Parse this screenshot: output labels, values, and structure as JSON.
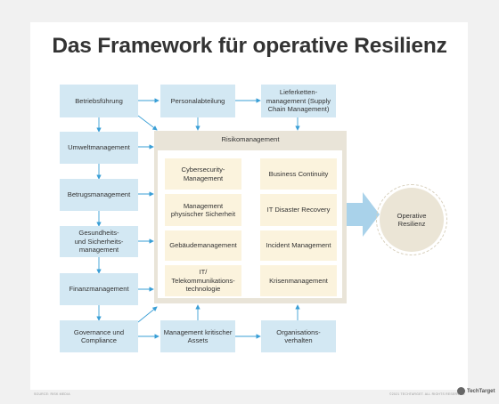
{
  "title": "Das Framework für operative Resilienz",
  "left_column": [
    "Betriebsführung",
    "Umweltmanagement",
    "Betrugsmanagement",
    "Gesundheits-\nund Sicherheits-\nmanagement",
    "Finanzmanagement",
    "Governance und\nCompliance"
  ],
  "top_row": [
    "Personalabteilung",
    "Lieferketten-\nmanagement (Supply\nChain Management)"
  ],
  "bottom_row": [
    "Management kritischer\nAssets",
    "Organisations-\nverhalten"
  ],
  "risk": {
    "title": "Risikomanagement",
    "left_items": [
      "Cybersecurity-\nManagement",
      "Management\nphysischer Sicherheit",
      "Gebäudemanagement",
      "IT/\nTelekommunikations-\ntechnologie"
    ],
    "right_items": [
      "Business Continuity",
      "IT Disaster Recovery",
      "Incident Management",
      "Krisenmanagement"
    ]
  },
  "outcome": "Operative\nResilienz",
  "footer": {
    "source": "SOURCE: RISK MEDIA",
    "copyright": "©2021 TECHTARGET. ALL RIGHTS RESERVED.",
    "logo": "TechTarget"
  },
  "colors": {
    "blue_box": "#d3e8f3",
    "beige_box": "#fbf3dd",
    "connector": "#3a9fd6",
    "arrow": "#a9d2ea"
  }
}
